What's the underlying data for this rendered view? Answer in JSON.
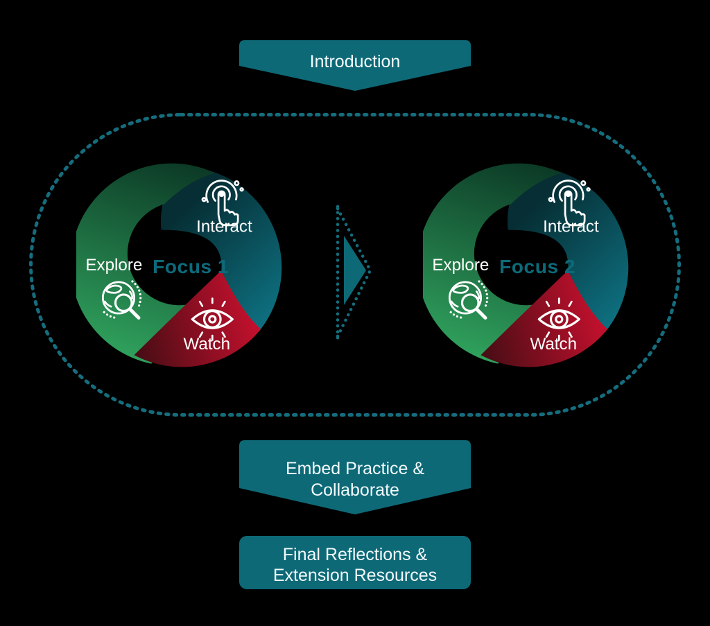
{
  "colors": {
    "background": "#000000",
    "banner_teal": "#0e6977",
    "dotted_outline_teal": "#156d7d",
    "focus_text_teal": "#0d6a7a",
    "label_text": "#ffffff",
    "green_dark": "#0c3a26",
    "green_bright": "#2fa05c",
    "teal_dark": "#062e34",
    "teal_bright": "#0e7078",
    "red_dark": "#450d14",
    "red_bright": "#c8102e"
  },
  "intro_banner": {
    "label": "Introduction"
  },
  "cycles": {
    "focus1": {
      "title": "Focus 1",
      "explore": "Explore",
      "interact": "Interact",
      "watch": "Watch"
    },
    "focus2": {
      "title": "Focus 2",
      "explore": "Explore",
      "interact": "Interact",
      "watch": "Watch"
    }
  },
  "loop": {
    "style": "dotted-capsule-outline"
  },
  "arrow": {
    "direction": "right",
    "style": "dotted-outline-with-solid-core"
  },
  "embed_banner": {
    "line1": "Embed Practice &",
    "line2": "Collaborate"
  },
  "final_banner": {
    "line1": "Final Reflections &",
    "line2": "Extension Resources"
  },
  "icons": {
    "interact": "tap-hand-icon",
    "explore": "globe-magnifier-icon",
    "watch": "eye-icon"
  }
}
